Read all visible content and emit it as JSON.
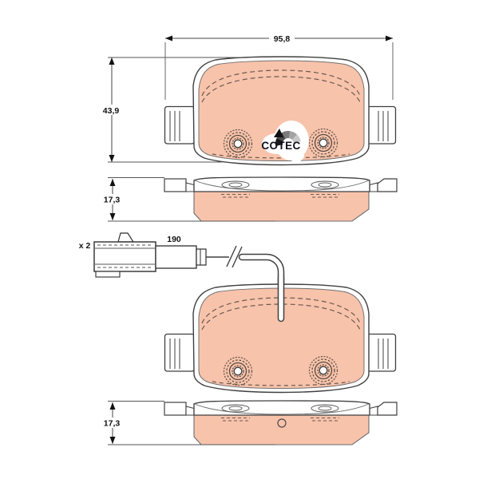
{
  "drawing": {
    "type": "brake-pad-set-technical-drawing",
    "views": {
      "front_view_plain": "brake pad front view with COTEC logo",
      "front_view_sensor": "brake pad front view with wear sensor wire",
      "side_view_top": "brake pad side view",
      "side_view_bottom": "brake pad side view with sensor hole"
    },
    "logo": {
      "text": "COTEC"
    }
  },
  "dimensions": {
    "pad_width": "95,8",
    "pad_height": "43,9",
    "pad_thickness_top": "17,3",
    "pad_thickness_bottom": "17,3",
    "sensor_wire_length": "190",
    "sensor_quantity": "x 2"
  },
  "colors": {
    "friction_material": "#f8c3ab",
    "outline": "#3f3f3f",
    "inner_outline": "#707070",
    "chamfer_dash": "#6b5a50",
    "dimension_line": "#444444",
    "dimension_text": "#111111",
    "logo_gauge": [
      "#1b1b1b",
      "#4a4a4a",
      "#7b7b7b",
      "#a3a3a3",
      "#c8c8c8"
    ]
  }
}
